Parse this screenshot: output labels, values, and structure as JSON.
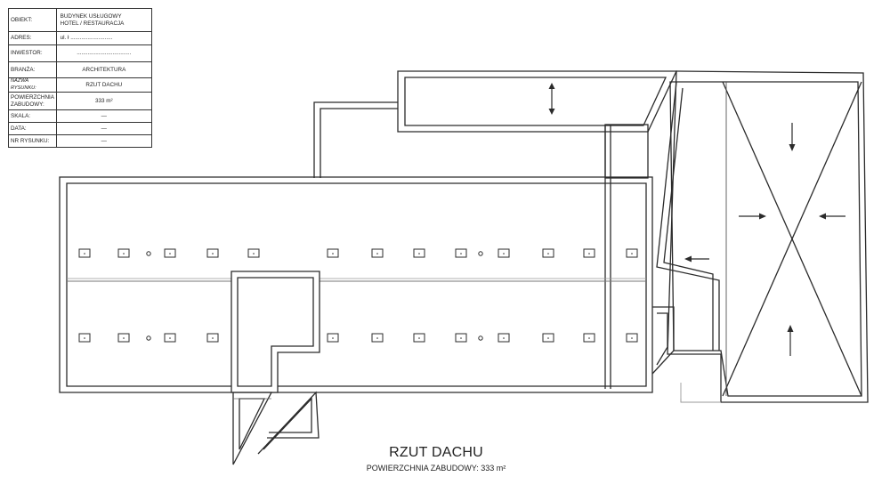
{
  "title_block": {
    "rows": [
      {
        "key": "OBIEKT:",
        "value": "BUDYNEK USŁUGOWY\nHOTEL / RESTAURACJA"
      },
      {
        "key": "ADRES:",
        "value": "ul.  ł ..........................."
      },
      {
        "key": "INWESTOR:",
        "value": "..................................."
      },
      {
        "key": "BRANŻA:",
        "value": "ARCHITEKTURA"
      },
      {
        "key": "NAZWA RYSUNKU:",
        "value": "RZUT DACHU"
      },
      {
        "key": "POWIERZCHNIA ZABUDOWY:",
        "value": "333 m²"
      },
      {
        "key": "SKALA:",
        "value": "—"
      },
      {
        "key": "DATA:",
        "value": "—"
      },
      {
        "key": "NR RYSUNKU:",
        "value": "—"
      }
    ]
  },
  "drawing": {
    "title": "RZUT DACHU",
    "subtitle": "POWIERZCHNIA ZABUDOWY: 333 m²"
  },
  "colors": {
    "line": "#2b2b2b",
    "light_line": "#8a8a8a",
    "background": "#ffffff"
  }
}
